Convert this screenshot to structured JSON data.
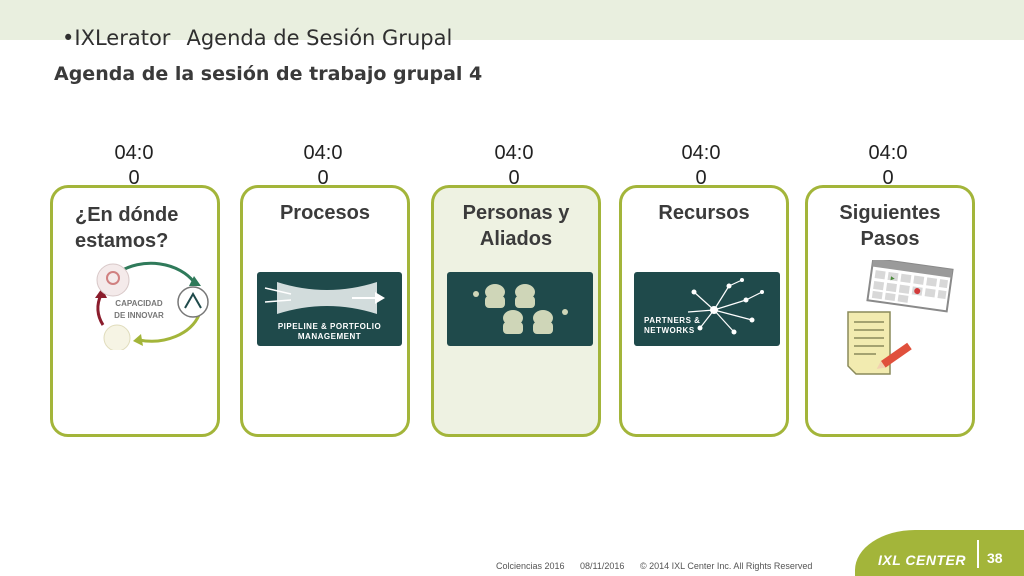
{
  "header": {
    "bullet": "•",
    "brand": "IXLerator",
    "title": "Agenda de Sesión Grupal",
    "subtitle": "Agenda de la sesión de trabajo grupal 4"
  },
  "cards": [
    {
      "time": "04:0\n0",
      "title": "¿En dónde\nestamos?",
      "cycle_label": "CAPACIDAD\nDE INNOVAR"
    },
    {
      "time": "04:0\n0",
      "title": "Procesos",
      "panel_text": "PIPELINE & PORTFOLIO\nMANAGEMENT"
    },
    {
      "time": "04:0\n0",
      "title": "Personas y\nAliados"
    },
    {
      "time": "04:0\n0",
      "title": "Recursos",
      "panel_text": "PARTNERS &\nNETWORKS"
    },
    {
      "time": "04:0\n0",
      "title": "Siguientes\nPasos"
    }
  ],
  "footer": {
    "org": "Colciencias 2016",
    "date": "08/11/2016",
    "copyright": "© 2014 IXL Center Inc. All Rights Reserved",
    "logo_text": "IXL CENTER",
    "page_number": "38"
  },
  "colors": {
    "accent_green": "#a3b53a",
    "dark_teal": "#1f4a4b",
    "band": "#e9efdf"
  }
}
